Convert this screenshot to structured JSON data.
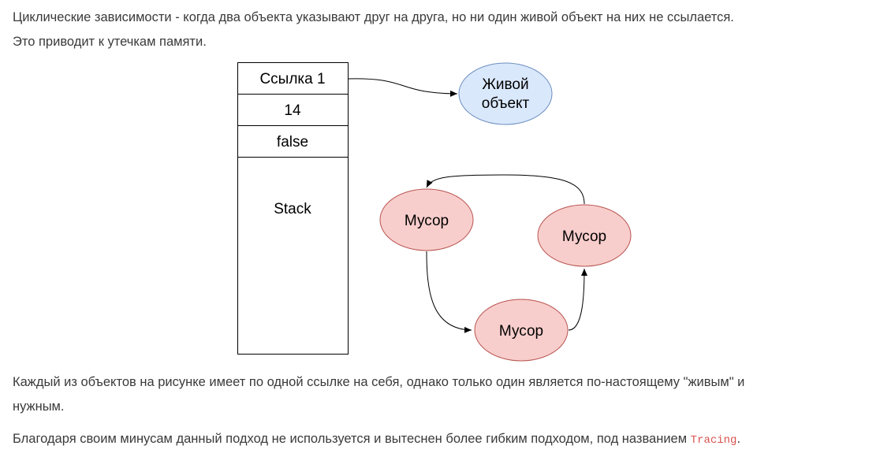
{
  "text": {
    "intro_line1": "Циклические зависимости - когда два объекта указывают друг на друга, но ни один живой объект на них не ссылается.",
    "intro_line2": "Это приводит к утечкам памяти.",
    "after_line1": "Каждый из объектов на рисунке имеет по одной ссылке на себя, однако только один является по-настоящему \"живым\" и",
    "after_line2": "нужным.",
    "last_prefix": "Благодаря своим минусам данный подход не используется и вытеснен более гибким подходом, под названием ",
    "last_code": "Tracing",
    "last_suffix": "."
  },
  "diagram": {
    "stack": [
      "Ссылка 1",
      "14",
      "false",
      "Stack"
    ],
    "live_object": [
      "Живой",
      "объект"
    ],
    "garbage": [
      "Мусор",
      "Мусор",
      "Мусор"
    ],
    "colors": {
      "live_fill": "#dae8fc",
      "live_stroke": "#6c8ebf",
      "garbage_fill": "#f8cecc",
      "garbage_stroke": "#b85450"
    }
  }
}
